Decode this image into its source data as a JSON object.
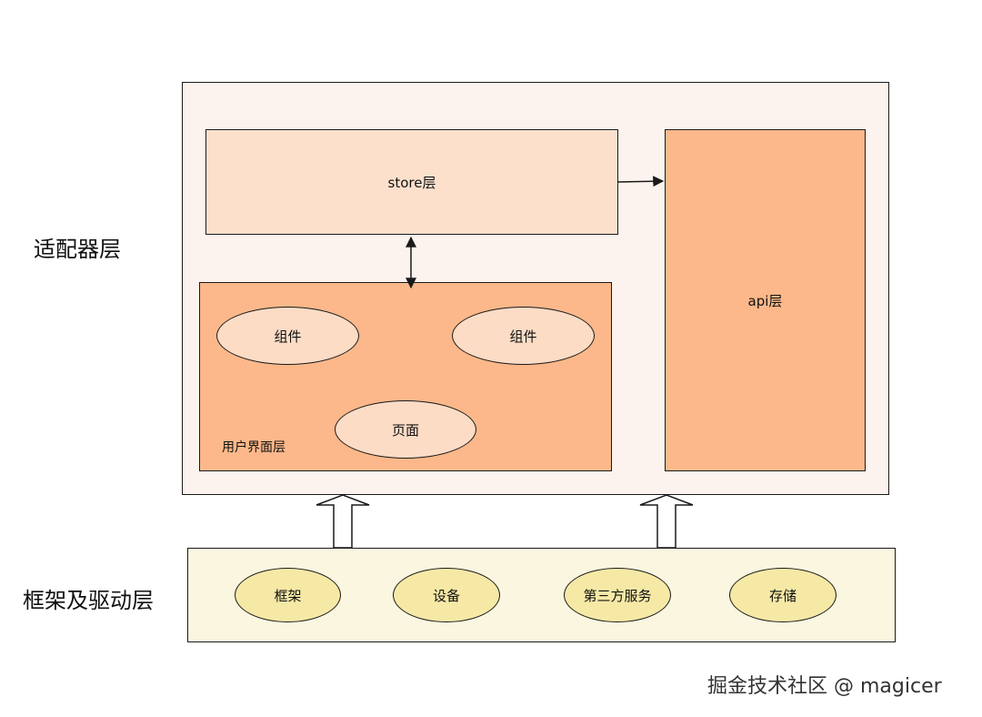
{
  "labels": {
    "adapter_layer": "适配器层",
    "framework_layer": "框架及驱动层"
  },
  "adapter": {
    "store": "store层",
    "api": "api层",
    "ui_layer": {
      "label": "用户界面层",
      "component_left": "组件",
      "component_right": "组件",
      "page": "页面"
    }
  },
  "framework": {
    "items": [
      "框架",
      "设备",
      "第三方服务",
      "存储"
    ]
  },
  "watermark": "掘金技术社区 @ magicer",
  "colors": {
    "adapter_bg": "#fdf3ee",
    "store_bg": "#fde0cc",
    "ui_layer_bg": "#fcb88a",
    "api_bg": "#fcb88a",
    "ui_ellipse_bg": "#fddcc6",
    "framework_bg": "#fbf6e0",
    "framework_ellipse_bg": "#f6e9a6",
    "stroke": "#1a1a1a"
  }
}
